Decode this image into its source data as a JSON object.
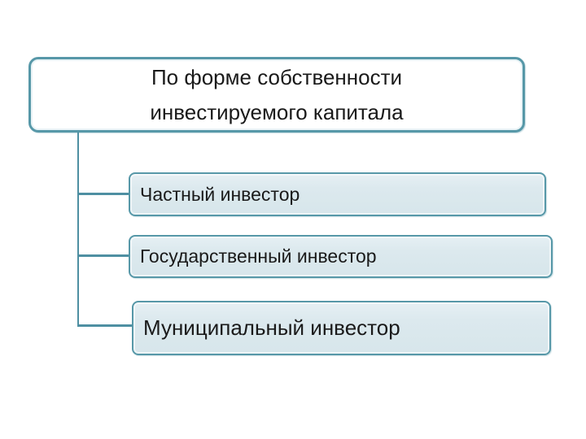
{
  "colors": {
    "background": "#ffffff",
    "line": "#4e8fa2",
    "box_border": "#5798a8",
    "child_fill": "#dce9ee",
    "root_fill": "#ffffff",
    "text": "#1a1a1a"
  },
  "diagram": {
    "type": "tree",
    "root": {
      "label_line1": "По форме собственности",
      "label_line2": "инвестируемого капитала"
    },
    "children": [
      {
        "label": "Частный инвестор"
      },
      {
        "label": "Государственный инвестор"
      },
      {
        "label": "Муниципальный инвестор"
      }
    ]
  }
}
